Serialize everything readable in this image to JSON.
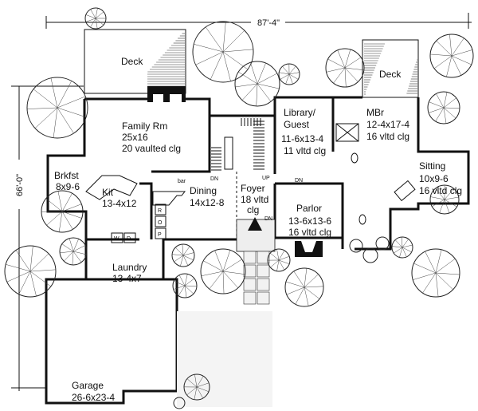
{
  "dimensions": {
    "width": "87'-4\"",
    "depth": "66'-0\""
  },
  "rooms": {
    "deck_left": {
      "name": "Deck"
    },
    "deck_right": {
      "name": "Deck"
    },
    "family": {
      "name": "Family Rm",
      "size": "25x16",
      "ceiling": "20 vaulted clg"
    },
    "library": {
      "name": "Library/",
      "name2": "Guest",
      "size": "11-6x13-4",
      "ceiling": "11 vltd clg"
    },
    "mbr": {
      "name": "MBr",
      "size": "12-4x17-4",
      "ceiling": "16 vltd clg"
    },
    "brkfst": {
      "name": "Brkfst",
      "size": "8x9-6"
    },
    "sitting": {
      "name": "Sitting",
      "size": "10x9-6",
      "ceiling": "16 vltd clg"
    },
    "kit": {
      "name": "Kit",
      "size": "13-4x12"
    },
    "dining": {
      "name": "Dining",
      "size": "14x12-8"
    },
    "foyer": {
      "name": "Foyer",
      "ceiling": "18 vltd",
      "ceiling2": "clg"
    },
    "parlor": {
      "name": "Parlor",
      "size": "13-6x13-6",
      "ceiling": "16 vltd clg"
    },
    "laundry": {
      "name": "Laundry",
      "size": "13-4x7"
    },
    "garage": {
      "name": "Garage",
      "size": "26-6x23-4"
    }
  },
  "annotations": {
    "dn1": "DN",
    "up": "UP",
    "dn2": "DN",
    "dn3": "DN",
    "bar": "bar",
    "r": "R",
    "o": "O",
    "p": "P",
    "w": "W",
    "d": "D"
  }
}
